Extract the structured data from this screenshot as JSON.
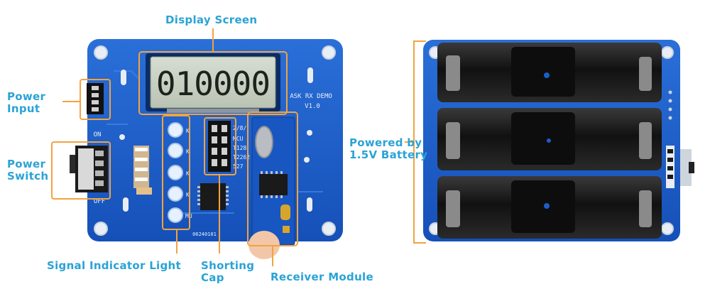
{
  "labels": {
    "display_screen": "Display Screen",
    "power_input": [
      "Power",
      "Input"
    ],
    "power_switch": [
      "Power",
      "Switch"
    ],
    "signal_indicator_light": "Signal Indicator Light",
    "shorting_cap": [
      "Shorting",
      "Cap"
    ],
    "receiver_module": "Receiver Module",
    "powered_by_battery": [
      "Powered by",
      "1.5V Battery"
    ]
  },
  "board": {
    "lcd_digits": "010000",
    "title_line1": "ASK RX DEMO",
    "title_line2": "V1.0",
    "switch_on": "ON",
    "switch_off": "OFF",
    "jumper_labels": [
      "2/8/",
      "MCU",
      "T128",
      "T2262",
      "527"
    ],
    "led_labels": [
      "K",
      "K",
      "K",
      "K",
      "MU"
    ],
    "serial": "06240101"
  },
  "colors": {
    "accent": "#f2a340",
    "label": "#2aa3d6",
    "pcb": "#1a5fc9",
    "pcb_dark": "#0f3f8f",
    "lcd": "#c9d3c4"
  }
}
